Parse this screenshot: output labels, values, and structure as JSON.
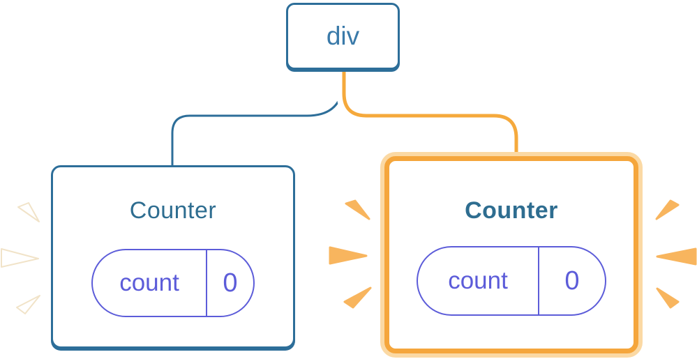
{
  "diagram": {
    "root_node": {
      "label": "div"
    },
    "counters": [
      {
        "title": "Counter",
        "highlighted": false,
        "state": {
          "key": "count",
          "value": "0"
        },
        "sparks": {
          "count": 3,
          "color": "white",
          "position": "left"
        }
      },
      {
        "title": "Counter",
        "highlighted": true,
        "state": {
          "key": "count",
          "value": "0"
        },
        "sparks": {
          "count": 6,
          "color": "orange",
          "position": "left-and-right"
        }
      }
    ],
    "edges": [
      {
        "from": "div",
        "to": "counter-left",
        "style": "plain"
      },
      {
        "from": "div",
        "to": "counter-right",
        "style": "highlighted"
      }
    ]
  },
  "colors": {
    "card_bg": "#ffffff",
    "node_blue_border": "#2d6e99",
    "node_blue_text": "#3a7aa9",
    "title_blue": "#2e6d90",
    "pill_purple": "#5c5cd9",
    "edge_blue": "#2d6e99",
    "edge_orange": "#f5a93c",
    "highlight_orange": "#f5a63c",
    "highlight_glow": "#fbd9a4",
    "spark_orange": "#f8b55e",
    "spark_white": "#ffffff",
    "spark_white_edge": "#f1e3c8"
  }
}
